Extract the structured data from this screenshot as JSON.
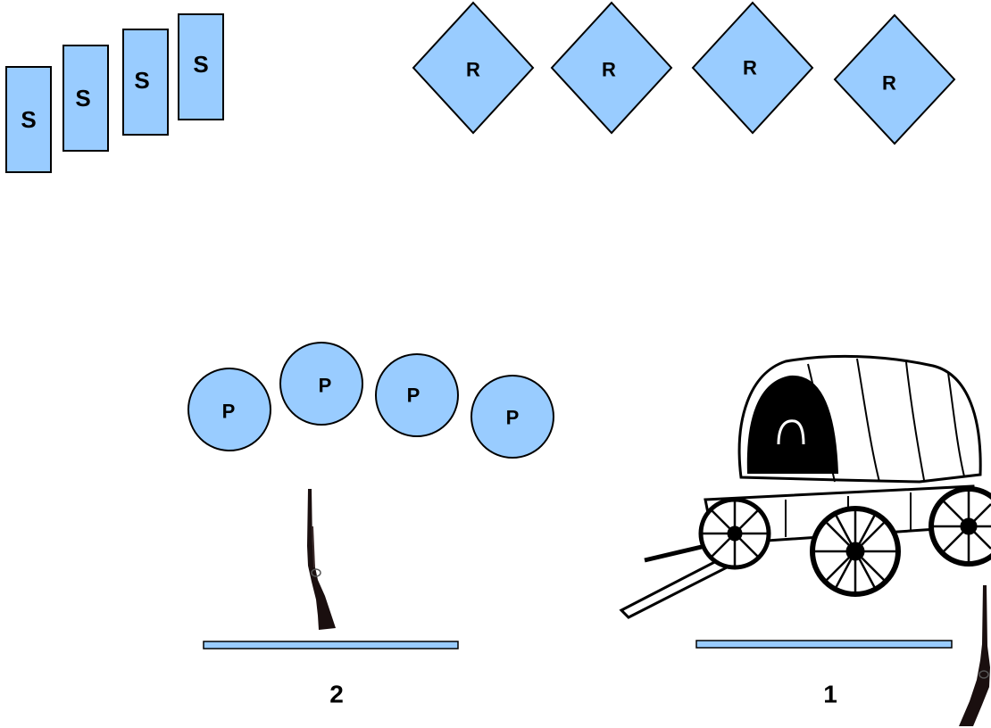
{
  "steel_targets": {
    "label": "S",
    "count": 4
  },
  "rotating_targets": {
    "label": "R",
    "count": 4
  },
  "paper_targets": {
    "label": "P",
    "count": 4
  },
  "stations": [
    {
      "number": "2",
      "icon": "rifle-icon"
    },
    {
      "number": "1",
      "icon": "covered-wagon-icon"
    }
  ],
  "colors": {
    "target_fill": "#99ccff",
    "outline": "#000000",
    "gun": "#1a0f0f"
  }
}
